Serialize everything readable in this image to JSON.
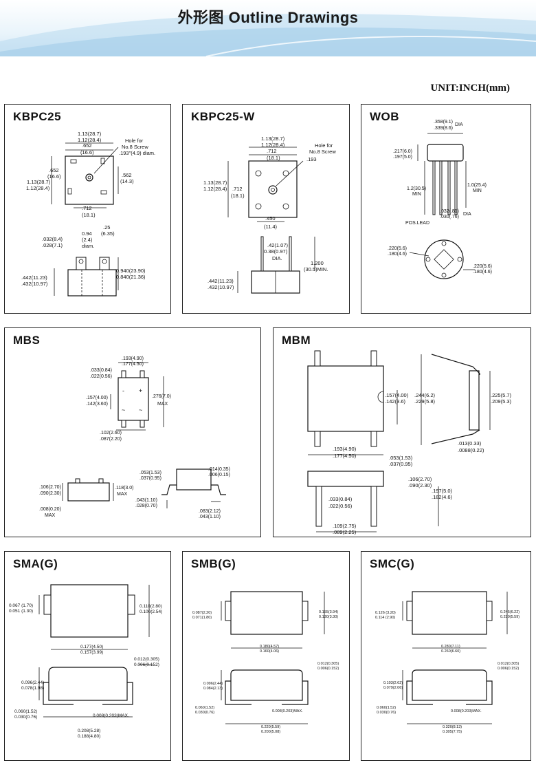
{
  "header": {
    "title": "外形图 Outline Drawings"
  },
  "unit": "UNIT:INCH(mm)",
  "panels": {
    "kbpc25": {
      "title": "KBPC25",
      "top": [
        "1.13(28.7)",
        "1.12(28.4)",
        ".652",
        "(16.6)",
        "Hole for",
        "No.8 Screw",
        ".193\"(4.9) diam.",
        ".652",
        "(16.6)",
        "1.13(28.7)",
        "1.12(28.4)",
        ".562",
        "(14.3)",
        ".712",
        "(18.1)"
      ],
      "side": [
        ".032(8.4)",
        ".028(7.1)",
        "0.94",
        "(2.4)",
        "diam.",
        ".25",
        "(6.35)",
        ".442(11.23)",
        ".432(10.97)",
        "0.940(23.90)",
        "0.840(21.36)"
      ]
    },
    "kbpc25w": {
      "title": "KBPC25-W",
      "top": [
        "1.13(28.7)",
        "1.12(28.4)",
        ".712",
        "(18.1)",
        "Hole for",
        "No.8 Screw",
        ".193",
        "1.13(28.7)",
        "1.12(28.4)",
        ".712",
        "(18.1)",
        ".450",
        "(11.4)"
      ],
      "side": [
        ".42(1.07)",
        "0.38(0.97)",
        "DIA.",
        "1.200",
        "(30.5)MIN.",
        ".442(11.23)",
        ".432(10.97)"
      ]
    },
    "wob": {
      "title": "WOB",
      "labels": [
        ".358(9.1)",
        ".339(8.6)",
        "DIA",
        ".217(6.0)",
        ".197(5.0)",
        "1.2(30.5)",
        "MIN",
        "1.0(25.4)",
        "MIN",
        ".032(.81)",
        ".030(.76)",
        "DIA",
        "POS.LEAD",
        ".220(5.6)",
        ".180(4.6)",
        ".220(5.6)",
        ".180(4.6)"
      ]
    },
    "mbs": {
      "title": "MBS",
      "labels": [
        ".193(4.90)",
        ".177(4.50)",
        ".033(0.84)",
        ".022(0.56)",
        ".157(4.00)",
        ".142(3.60)",
        ".276(7.0)",
        "MAX",
        ".102(2.60)",
        ".087(2.20)",
        ".053(1.53)",
        ".037(0.95)",
        ".014(0.35)",
        ".006(0.15)",
        ".106(2.70)",
        ".090(2.30)",
        ".118(3.0)",
        "MAX",
        ".008(0.20)",
        "MAX",
        ".043(1.10)",
        ".028(0.70)",
        ".083(2.12)",
        ".043(1.10)"
      ]
    },
    "mbm": {
      "title": "MBM",
      "labels": [
        ".157(4.00)",
        ".142(3.6)",
        ".244(6.2)",
        ".229(5.8)",
        ".225(5.7)",
        ".209(5.3)",
        ".013(0.33)",
        ".0088(0.22)",
        ".193(4.90)",
        ".177(4.50)",
        ".053(1.53)",
        ".037(0.95)",
        ".106(2.70)",
        ".090(2.30)",
        ".197(5.0)",
        ".182(4.6)",
        ".033(0.84)",
        ".022(0.56)",
        ".109(2.75)",
        ".089(2.25)"
      ]
    },
    "sma": {
      "title": "SMA(G)",
      "labels": [
        "0.067 (1.70)",
        "0.051 (1.30)",
        "0.110(2.80)",
        "0.100(2.54)",
        "0.177(4.50)",
        "0.157(3.99)",
        "0.012(0.305)",
        "0.006(0.152)",
        "0.096(2.44)",
        "0.078(1.98)",
        "0.060(1.52)",
        "0.030(0.76)",
        "0.008(0.203)MAX.",
        "0.208(5.28)",
        "0.188(4.80)"
      ]
    },
    "smb": {
      "title": "SMB(G)",
      "labels": [
        "0.087(2.20)",
        "0.071(1.80)",
        "0.155(3.94)",
        "0.130(3.30)",
        "0.180(4.57)",
        "0.160(4.06)",
        "0.012(0.305)",
        "0.006(0.152)",
        "0.096(2.44)",
        "0.084(2.13)",
        "0.060(1.52)",
        "0.030(0.76)",
        "0.008(0.203)MAX.",
        "0.220(5.59)",
        "0.200(5.08)"
      ]
    },
    "smc": {
      "title": "SMC(G)",
      "labels": [
        "0.126 (3.20)",
        "0.114 (2.90)",
        "0.245(6.22)",
        "0.220(5.59)",
        "0.280(7.11)",
        "0.260(6.60)",
        "0.012(0.305)",
        "0.006(0.152)",
        "0.103(2.62)",
        "0.079(2.06)",
        "0.060(1.52)",
        "0.030(0.76)",
        "0.008(0.203)MAX.",
        "0.320(8.13)",
        "0.305(7.75)"
      ]
    }
  }
}
